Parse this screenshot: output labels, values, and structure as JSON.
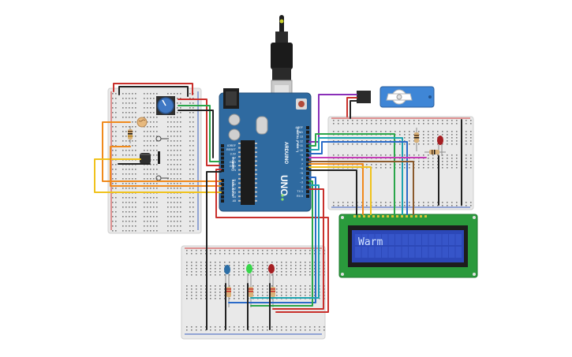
{
  "lcd": {
    "text": "Warm"
  },
  "arduino": {
    "brand": "ARDUINO",
    "model": "UNO",
    "digital_header": "DIGITAL (PWM ~)",
    "power_header": "POWER",
    "analog_header": "ANALOG IN",
    "power_pins": [
      "IOREF",
      "RESET",
      "3.3V",
      "5V",
      "GND",
      "GND",
      "VIN"
    ],
    "analog_pins": [
      "A0",
      "A1",
      "A2",
      "A3",
      "A4",
      "A5"
    ],
    "digital_pins": [
      "AREF",
      "GND",
      "13",
      "12",
      "~11",
      "~10",
      "~9",
      "8",
      "7",
      "~6",
      "~5",
      "4",
      "~3",
      "2",
      "TX 1",
      "RX 0"
    ]
  },
  "colors": {
    "board": "#2f6aa0",
    "lcd_frame": "#2a9a3c",
    "lcd_screen": "#2c48b8",
    "servo": "#3f86d6",
    "led_red": "#a51e22",
    "led_green": "#37d64a",
    "led_blue": "#2c6ea6"
  }
}
